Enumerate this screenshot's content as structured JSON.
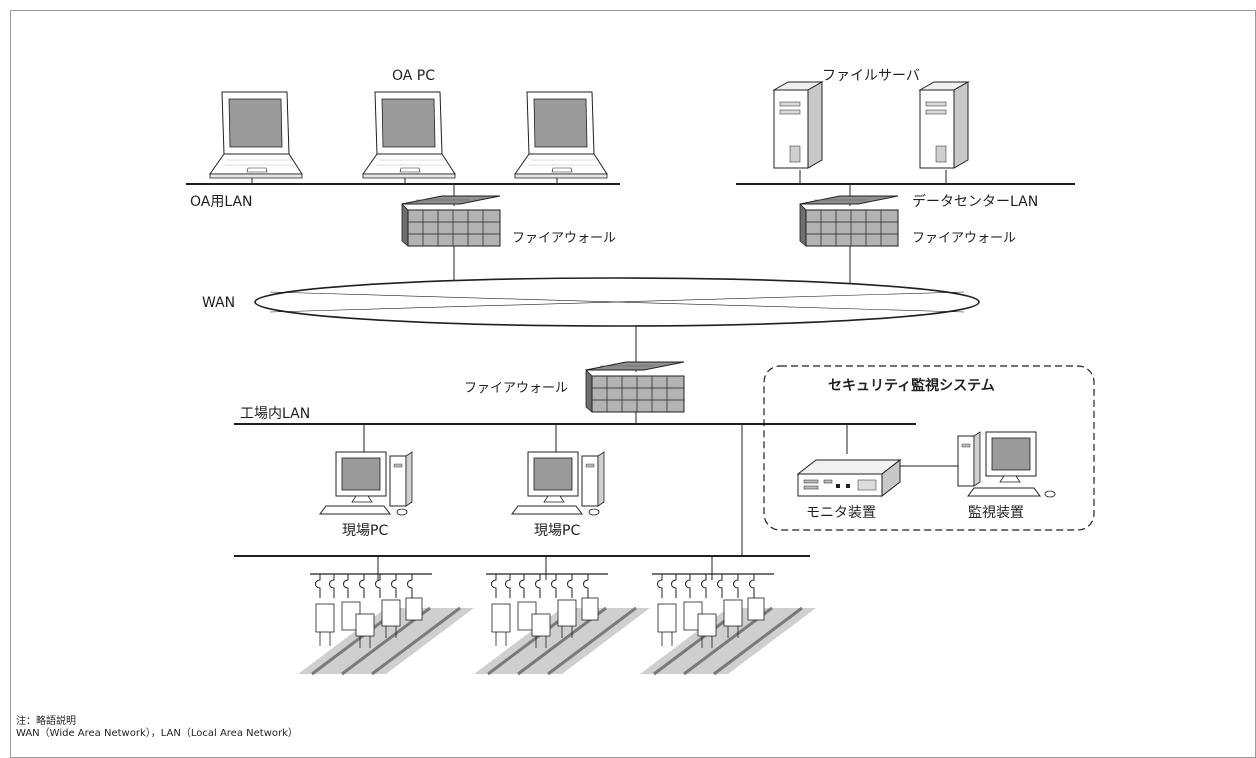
{
  "labels": {
    "oa_pc": "OA PC",
    "file_server": "ファイルサーバ",
    "oa_lan": "OA用LAN",
    "dc_lan": "データセンターLAN",
    "firewall_left": "ファイアウォール",
    "firewall_right": "ファイアウォール",
    "firewall_factory": "ファイアウォール",
    "wan": "WAN",
    "factory_lan": "工場内LAN",
    "security_title": "セキュリティ監視システム",
    "site_pc_1": "現場PC",
    "site_pc_2": "現場PC",
    "monitor_device": "モニタ装置",
    "surveillance_device": "監視装置"
  },
  "notes": {
    "heading": "注：略語説明",
    "abbrev": "WAN（Wide Area Network），LAN（Local Area Network）"
  },
  "colors": {
    "line": "#231f20",
    "device_body": "#ffffff",
    "screen": "#9a9a9a",
    "firewall_front": "#b3b3b3",
    "firewall_top": "#8f8f8f",
    "floor": "#cfcfcf",
    "floor_stripe": "#7a7a7a"
  },
  "icons": [
    "laptop-icon",
    "server-icon",
    "firewall-icon",
    "desktop-pc-icon",
    "monitor-device-icon",
    "production-line-icon"
  ]
}
